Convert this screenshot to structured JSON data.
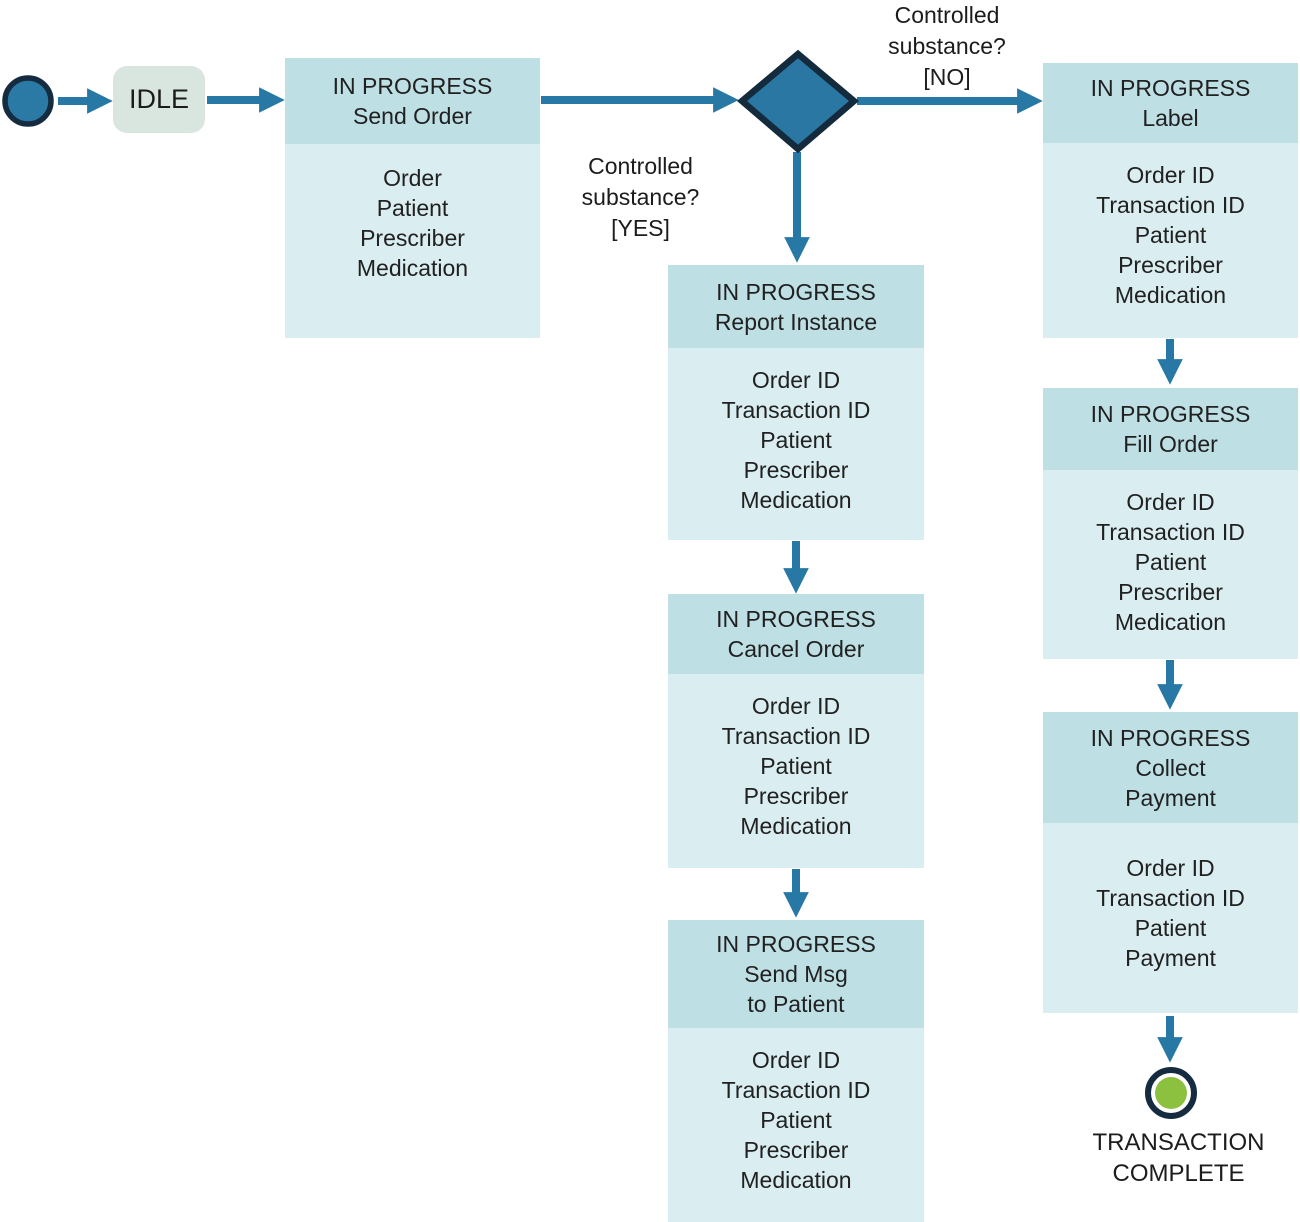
{
  "colors": {
    "arrow": "#2878a6",
    "node_header_bg": "#bedfe4",
    "node_body_bg": "#daedf0",
    "idle_bg": "#d9e6df",
    "dark_navy": "#152c40",
    "diamond_fill": "#2b77a3",
    "start_fill": "#2b7aa6",
    "end_green": "#8cc140",
    "text": "#212121"
  },
  "nodes": {
    "idle": {
      "label": "IDLE"
    },
    "send_order": {
      "title": [
        "IN PROGRESS",
        "Send Order"
      ],
      "items": [
        "Order",
        "Patient",
        "Prescriber",
        "Medication"
      ]
    },
    "report_instance": {
      "title": [
        "IN PROGRESS",
        "Report Instance"
      ],
      "items": [
        "Order ID",
        "Transaction ID",
        "Patient",
        "Prescriber",
        "Medication"
      ]
    },
    "cancel_order": {
      "title": [
        "IN PROGRESS",
        "Cancel Order"
      ],
      "items": [
        "Order ID",
        "Transaction ID",
        "Patient",
        "Prescriber",
        "Medication"
      ]
    },
    "send_msg_to_patient": {
      "title": [
        "IN PROGRESS",
        "Send Msg",
        "to Patient"
      ],
      "items": [
        "Order ID",
        "Transaction ID",
        "Patient",
        "Prescriber",
        "Medication"
      ]
    },
    "label": {
      "title": [
        "IN PROGRESS",
        "Label"
      ],
      "items": [
        "Order ID",
        "Transaction ID",
        "Patient",
        "Prescriber",
        "Medication"
      ]
    },
    "fill_order": {
      "title": [
        "IN PROGRESS",
        "Fill Order"
      ],
      "items": [
        "Order ID",
        "Transaction ID",
        "Patient",
        "Prescriber",
        "Medication"
      ]
    },
    "collect_payment": {
      "title": [
        "IN PROGRESS",
        "Collect",
        "Payment"
      ],
      "items": [
        "Order ID",
        "Transaction ID",
        "Patient",
        "Payment"
      ]
    }
  },
  "decision": {
    "branch_no": [
      "Controlled",
      "substance?",
      "[NO]"
    ],
    "branch_yes": [
      "Controlled",
      "substance?",
      "[YES]"
    ]
  },
  "end_state": {
    "label": [
      "TRANSACTION",
      "COMPLETE"
    ]
  }
}
